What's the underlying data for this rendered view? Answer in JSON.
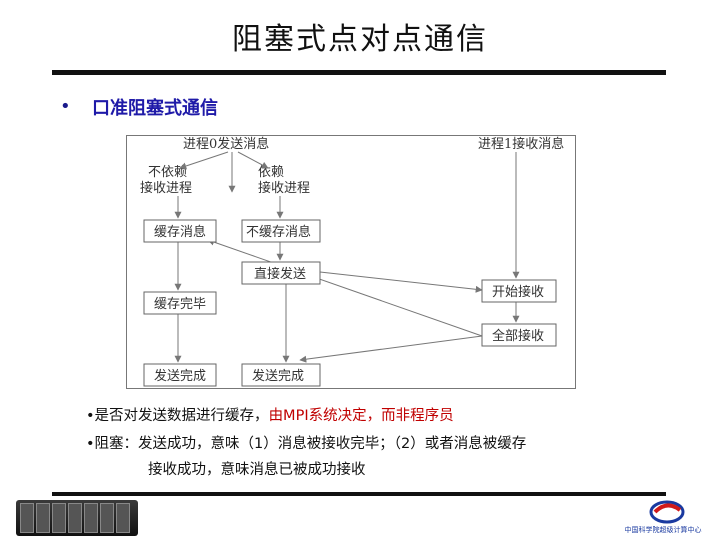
{
  "title": "阻塞式点对点通信",
  "section": {
    "bullet": "•",
    "label": "口准阻塞式通信"
  },
  "diagram": {
    "headers": {
      "sender": "进程0发送消息",
      "receiver": "进程1接收消息"
    },
    "branches": {
      "left_line1": "不依赖",
      "left_line2": "接收进程",
      "right_line1": "依赖",
      "right_line2": "接收进程"
    },
    "nodes": {
      "buffer_msg": "缓存消息",
      "no_buffer_msg": "不缓存消息",
      "direct_send": "直接发送",
      "buffer_done": "缓存完毕",
      "send_done_left": "发送完成",
      "send_done_right": "发送完成",
      "start_recv": "开始接收",
      "all_recv": "全部接收"
    }
  },
  "notes": {
    "line1_prefix": "•是否对发送数据进行缓存，",
    "line1_red": "由MPI系统决定，而非程序员",
    "line2": "•阻塞：发送成功，意味（1）消息被接收完毕；（2）或者消息被缓存",
    "line3": "接收成功，意味消息已被成功接收"
  },
  "footer": {
    "logo_caption": "中国科学院超级计算中心"
  }
}
